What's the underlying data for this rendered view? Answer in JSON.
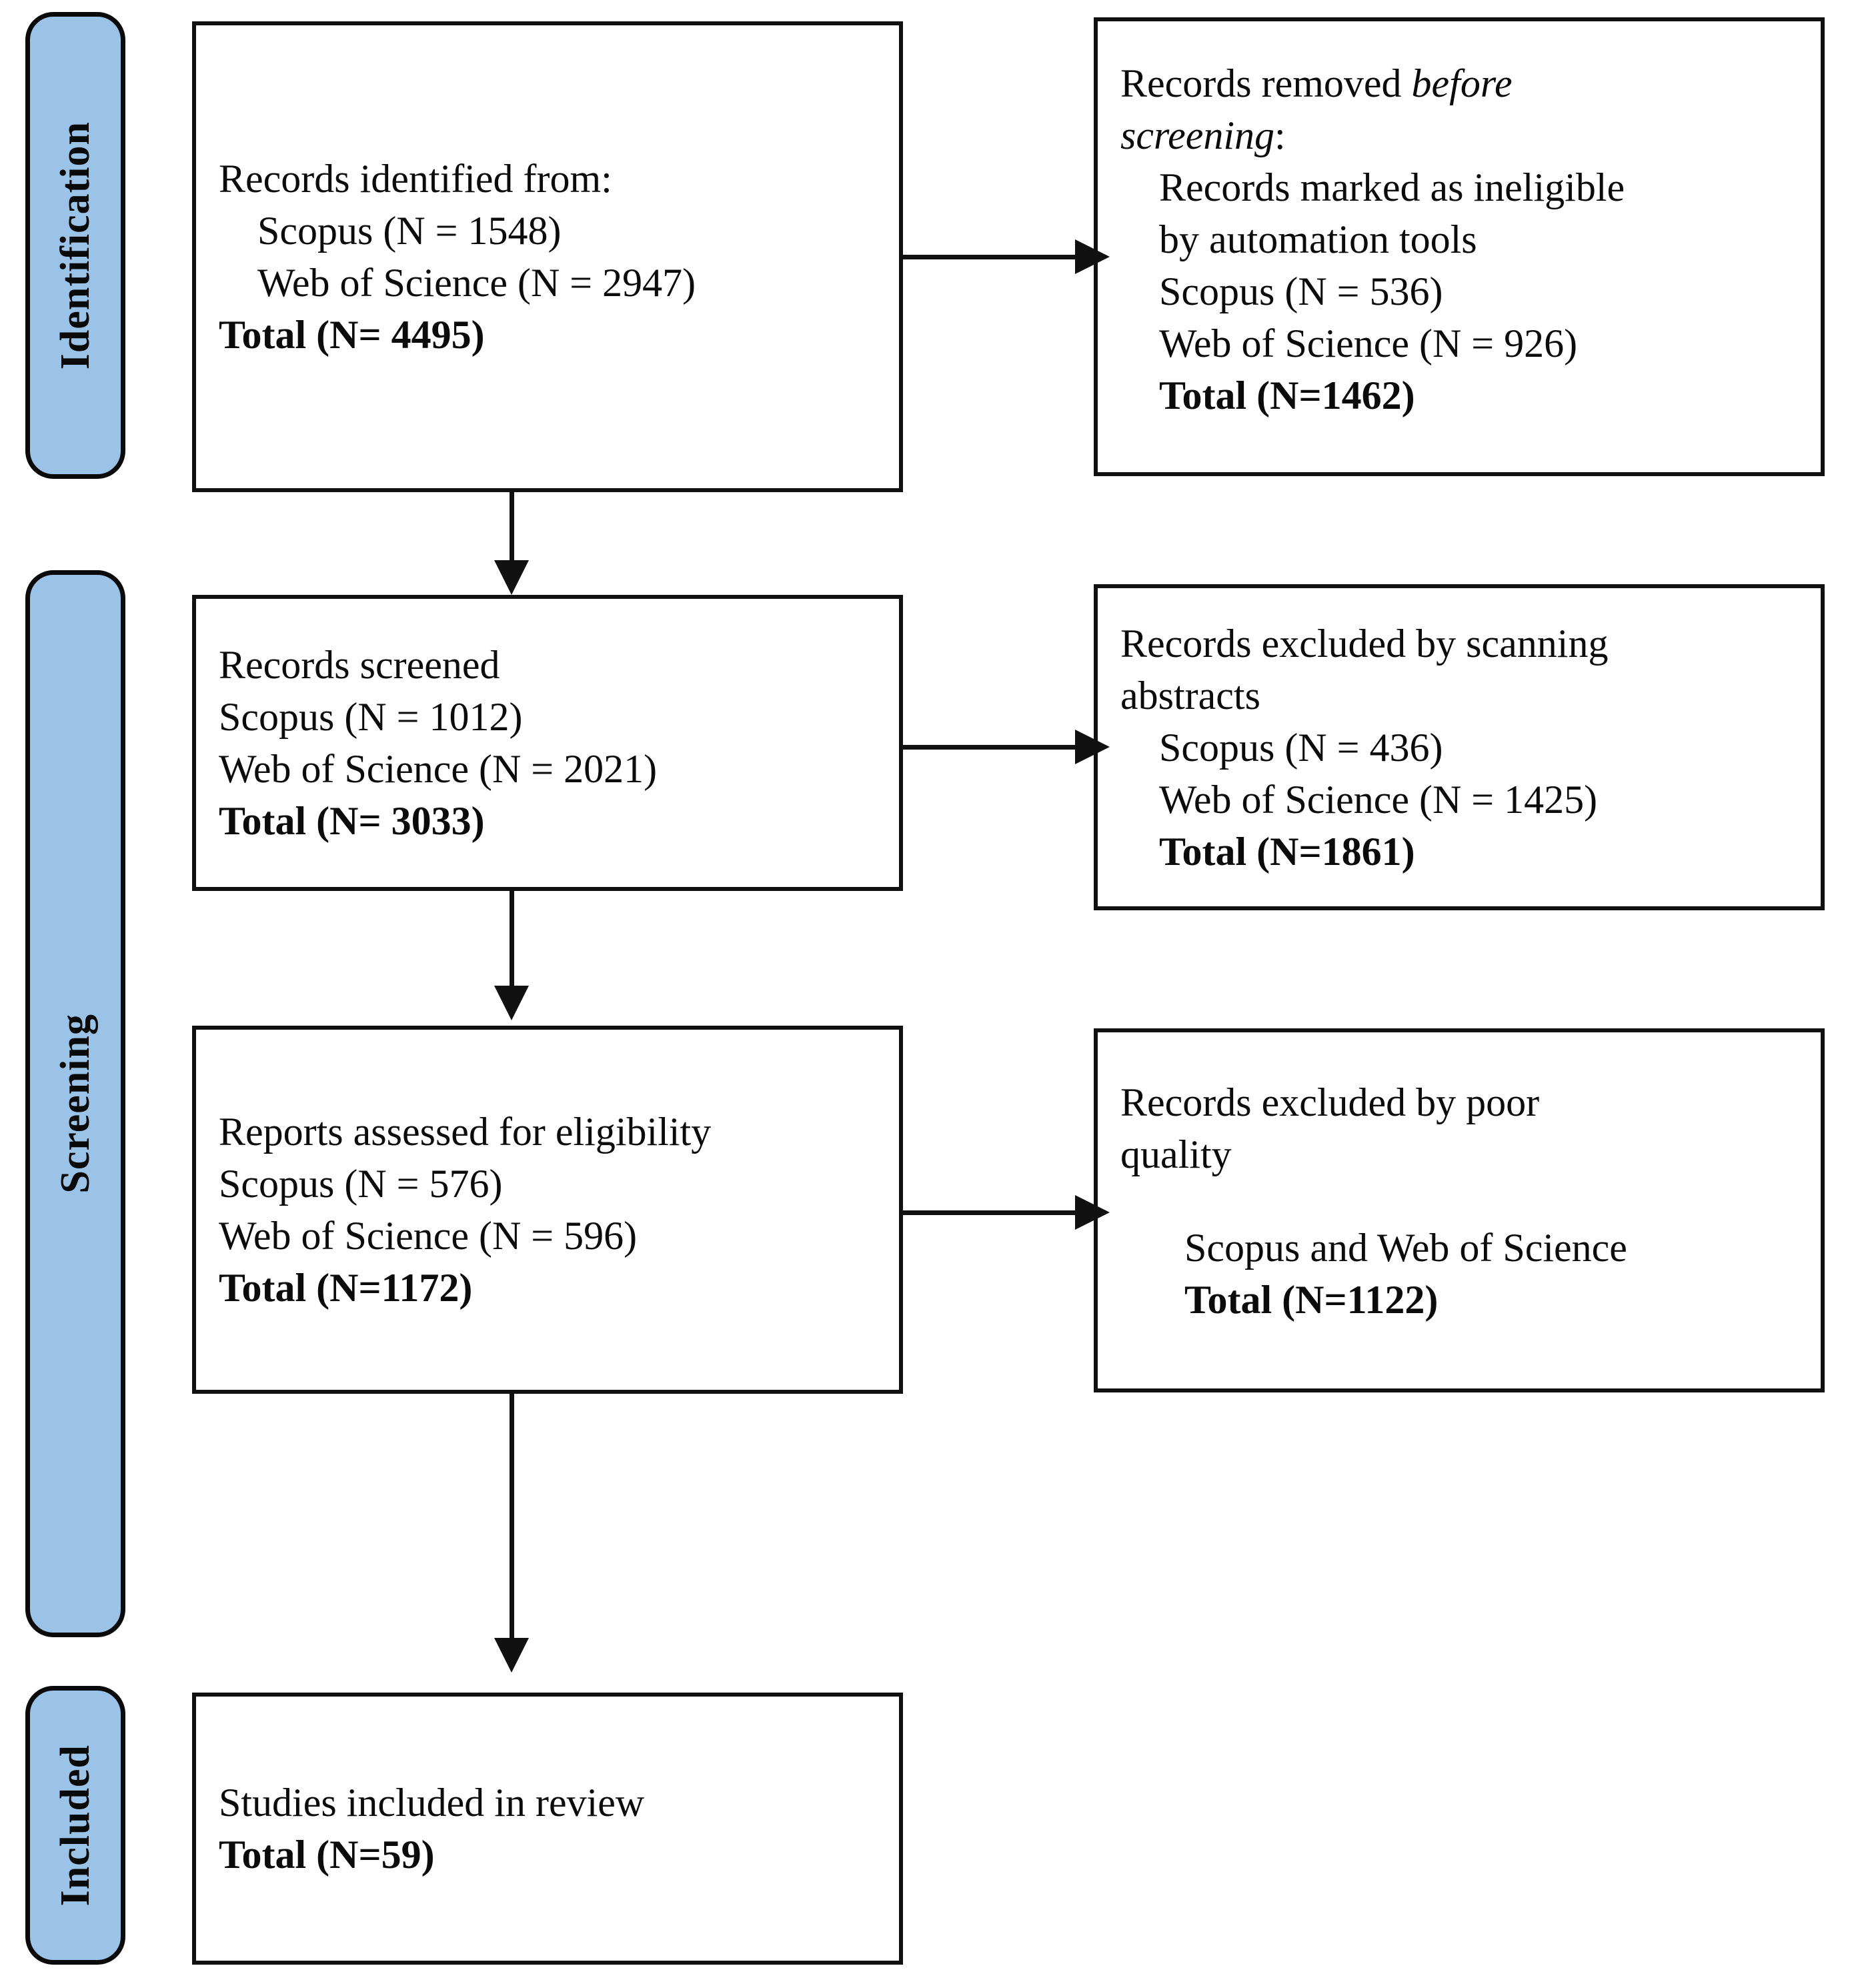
{
  "diagram": {
    "title": "PRISMA flow diagram",
    "accent_color": "#9bc3e8",
    "line_color": "#111111",
    "background_color": "#ffffff"
  },
  "stages": [
    {
      "id": "identification",
      "label": "Identification"
    },
    {
      "id": "screening",
      "label": "Screening"
    },
    {
      "id": "included",
      "label": "Included"
    }
  ],
  "boxes": {
    "identification_records": {
      "lines": [
        {
          "text": "Records identified from:",
          "style": "normal",
          "indent": 0
        },
        {
          "text": "Scopus (N = 1548)",
          "style": "normal",
          "indent": 1
        },
        {
          "text": "Web of Science (N = 2947)",
          "style": "normal",
          "indent": 1
        },
        {
          "text": "Total (N= 4495)",
          "style": "bold",
          "indent": 0
        }
      ]
    },
    "records_removed": {
      "lines": [
        {
          "text": "Records removed ",
          "style": "normal",
          "indent": 0,
          "italic_tail": "before"
        },
        {
          "text": "screening",
          "style": "italic",
          "indent": 0,
          "tail": ":"
        },
        {
          "text": "Records marked as ineligible",
          "style": "normal",
          "indent": 1
        },
        {
          "text": "by automation tools",
          "style": "normal",
          "indent": 1
        },
        {
          "text": "Scopus (N = 536)",
          "style": "normal",
          "indent": 1
        },
        {
          "text": "Web of Science (N = 926)",
          "style": "normal",
          "indent": 1
        },
        {
          "text": "Total (N=1462)",
          "style": "bold",
          "indent": 1
        }
      ]
    },
    "records_screened": {
      "lines": [
        {
          "text": "Records screened",
          "style": "normal",
          "indent": 0
        },
        {
          "text": "Scopus (N = 1012)",
          "style": "normal",
          "indent": 0
        },
        {
          "text": "Web of Science (N = 2021)",
          "style": "normal",
          "indent": 0
        },
        {
          "text": "Total (N= 3033)",
          "style": "bold",
          "indent": 0
        }
      ]
    },
    "records_excluded_abstracts": {
      "lines": [
        {
          "text": "Records excluded by scanning",
          "style": "normal",
          "indent": 0
        },
        {
          "text": "abstracts",
          "style": "normal",
          "indent": 0
        },
        {
          "text": "Scopus (N = 436)",
          "style": "normal",
          "indent": 1
        },
        {
          "text": "Web of Science (N = 1425)",
          "style": "normal",
          "indent": 1
        },
        {
          "text": "Total (N=1861)",
          "style": "bold",
          "indent": 1
        }
      ]
    },
    "reports_assessed": {
      "lines": [
        {
          "text": "Reports assessed for eligibility",
          "style": "normal",
          "indent": 0
        },
        {
          "text": "Scopus (N = 576)",
          "style": "normal",
          "indent": 0
        },
        {
          "text": "Web of Science (N = 596)",
          "style": "normal",
          "indent": 0
        },
        {
          "text": "Total (N=1172)",
          "style": "bold",
          "indent": 0
        }
      ]
    },
    "records_excluded_quality": {
      "lines": [
        {
          "text": "Records excluded by poor",
          "style": "normal",
          "indent": 0
        },
        {
          "text": "quality",
          "style": "normal",
          "indent": 0
        },
        {
          "text": "",
          "style": "spacer",
          "indent": 0
        },
        {
          "text": "Scopus and Web of Science",
          "style": "normal",
          "indent": 1
        },
        {
          "text": "Total (N=1122)",
          "style": "bold",
          "indent": 1
        }
      ]
    },
    "studies_included": {
      "lines": [
        {
          "text": "Studies included in review",
          "style": "normal",
          "indent": 0
        },
        {
          "text": "Total (N=59)",
          "style": "bold",
          "indent": 0
        }
      ]
    }
  },
  "flow_text": {
    "identification_records_l0": "Records identified from:",
    "identification_records_l1": "Scopus (N = 1548)",
    "identification_records_l2": "Web of Science (N = 2947)",
    "identification_records_l3": "Total (N= 4495)",
    "records_removed_l0a": "Records removed ",
    "records_removed_l0b": "before",
    "records_removed_l1a": "screening",
    "records_removed_l1b": ":",
    "records_removed_l2": "Records marked as ineligible",
    "records_removed_l3": "by automation tools",
    "records_removed_l4": "Scopus (N = 536)",
    "records_removed_l5": "Web of Science (N = 926)",
    "records_removed_l6": "Total (N=1462)",
    "records_screened_l0": "Records screened",
    "records_screened_l1": "Scopus (N = 1012)",
    "records_screened_l2": "Web of Science (N = 2021)",
    "records_screened_l3": "Total (N= 3033)",
    "excluded_abstracts_l0": "Records excluded by scanning",
    "excluded_abstracts_l1": "abstracts",
    "excluded_abstracts_l2": "Scopus (N = 436)",
    "excluded_abstracts_l3": "Web of Science (N = 1425)",
    "excluded_abstracts_l4": "Total (N=1861)",
    "reports_assessed_l0": "Reports assessed for eligibility",
    "reports_assessed_l1": "Scopus (N = 576)",
    "reports_assessed_l2": "Web of Science (N = 596)",
    "reports_assessed_l3": "Total (N=1172)",
    "excluded_quality_l0": "Records excluded by poor",
    "excluded_quality_l1": "quality",
    "excluded_quality_l2": "Scopus and Web of Science",
    "excluded_quality_l3": "Total (N=1122)",
    "studies_included_l0": "Studies included in review",
    "studies_included_l1": "Total (N=59)"
  },
  "stage_labels": {
    "identification": "Identification",
    "screening": "Screening",
    "included": "Included"
  },
  "counts": {
    "identified_scopus": 1548,
    "identified_wos": 2947,
    "identified_total": 4495,
    "removed_scopus": 536,
    "removed_wos": 926,
    "removed_total": 1462,
    "screened_scopus": 1012,
    "screened_wos": 2021,
    "screened_total": 3033,
    "excluded_abstracts_scopus": 436,
    "excluded_abstracts_wos": 1425,
    "excluded_abstracts_total": 1861,
    "assessed_scopus": 576,
    "assessed_wos": 596,
    "assessed_total": 1172,
    "excluded_quality_total": 1122,
    "included_total": 59
  }
}
